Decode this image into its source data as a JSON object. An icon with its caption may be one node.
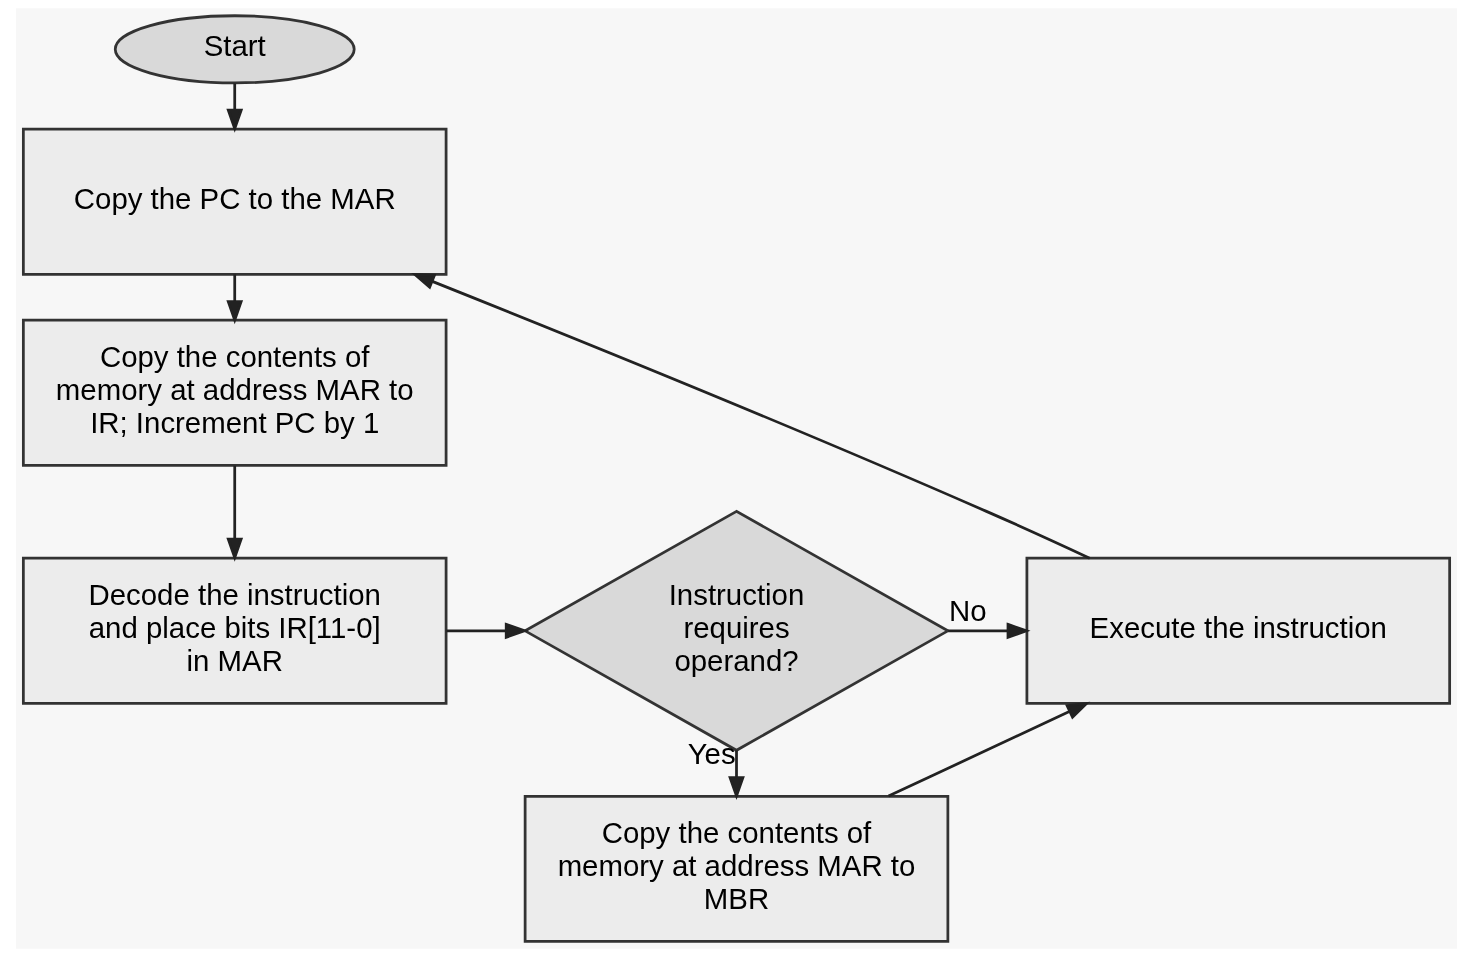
{
  "diagram": {
    "nodes": [
      {
        "text": [
          "Start"
        ]
      },
      {
        "text": [
          "Copy the PC to the MAR"
        ]
      },
      {
        "text": [
          "Copy the contents of memory at address MAR to IR; Increment PC by 1"
        ]
      },
      {
        "text": [
          "Decode the instruction and place bits IR[11-0] in MAR"
        ]
      },
      {
        "text": [
          "Instruction requires operand?"
        ]
      },
      {
        "text": [
          "Execute the instruction"
        ]
      },
      {
        "text": [
          "Copy the contents of memory at address MAR to MBR"
        ]
      }
    ],
    "edges": [
      {
        "from": 0,
        "to": 1,
        "arrow": "to"
      },
      {
        "from": 1,
        "to": 2,
        "arrow": "to"
      },
      {
        "from": 2,
        "to": 3,
        "arrow": "to"
      },
      {
        "from": 3,
        "to": 4,
        "arrow": "to"
      },
      {
        "from": 4,
        "to": 5,
        "arrow": "to",
        "label": "No"
      },
      {
        "from": 4,
        "to": 6,
        "arrow": "to",
        "label": "Yes"
      },
      {
        "from": 6,
        "to": 5,
        "arrow": "to"
      },
      {
        "from": 5,
        "to": 1,
        "arrow": "to"
      }
    ]
  }
}
